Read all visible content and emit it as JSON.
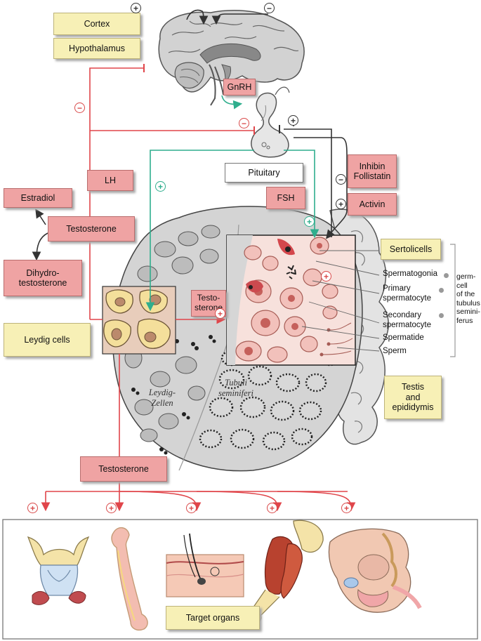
{
  "labels": {
    "cortex": "Cortex",
    "hypothalamus": "Hypothalamus",
    "gnrh": "GnRH",
    "pituitary": "Pituitary",
    "lh": "LH",
    "fsh": "FSH",
    "estradiol": "Estradiol",
    "testosterone_top": "Testosterone",
    "dihydrotestosterone": "Dihydro-\ntestosterone",
    "leydig_cells": "Leydig cells",
    "testosterone_inset": "Testo-\nsterone",
    "inhibin_follistatin": "Inhibin\nFollistatin",
    "activin": "Activin",
    "sertolicells": "Sertolicells",
    "testis_epididymis": "Testis\nand\nepididymis",
    "testosterone_bottom": "Testosterone",
    "target_organs": "Target organs",
    "leydig_zellen": "Leydig-\nZellen",
    "tubuli_seminiferi": "Tubuli\nseminiferi"
  },
  "germ_cells": {
    "items": [
      "Spermatogonia",
      "Primary\nspermatocyte",
      "Secondary\nspermatocyte",
      "Spermatide",
      "Sperm"
    ],
    "group_label": "germ-\ncell\nof the\ntubulus\nsemini-\nferus"
  },
  "signs": {
    "plus": "+",
    "minus": "−"
  },
  "colors": {
    "red_line": "#e0454a",
    "green_line": "#2fae8d",
    "black_line": "#333333",
    "yellow_box": "#f7f0b6",
    "pink_box": "#efa3a3"
  }
}
